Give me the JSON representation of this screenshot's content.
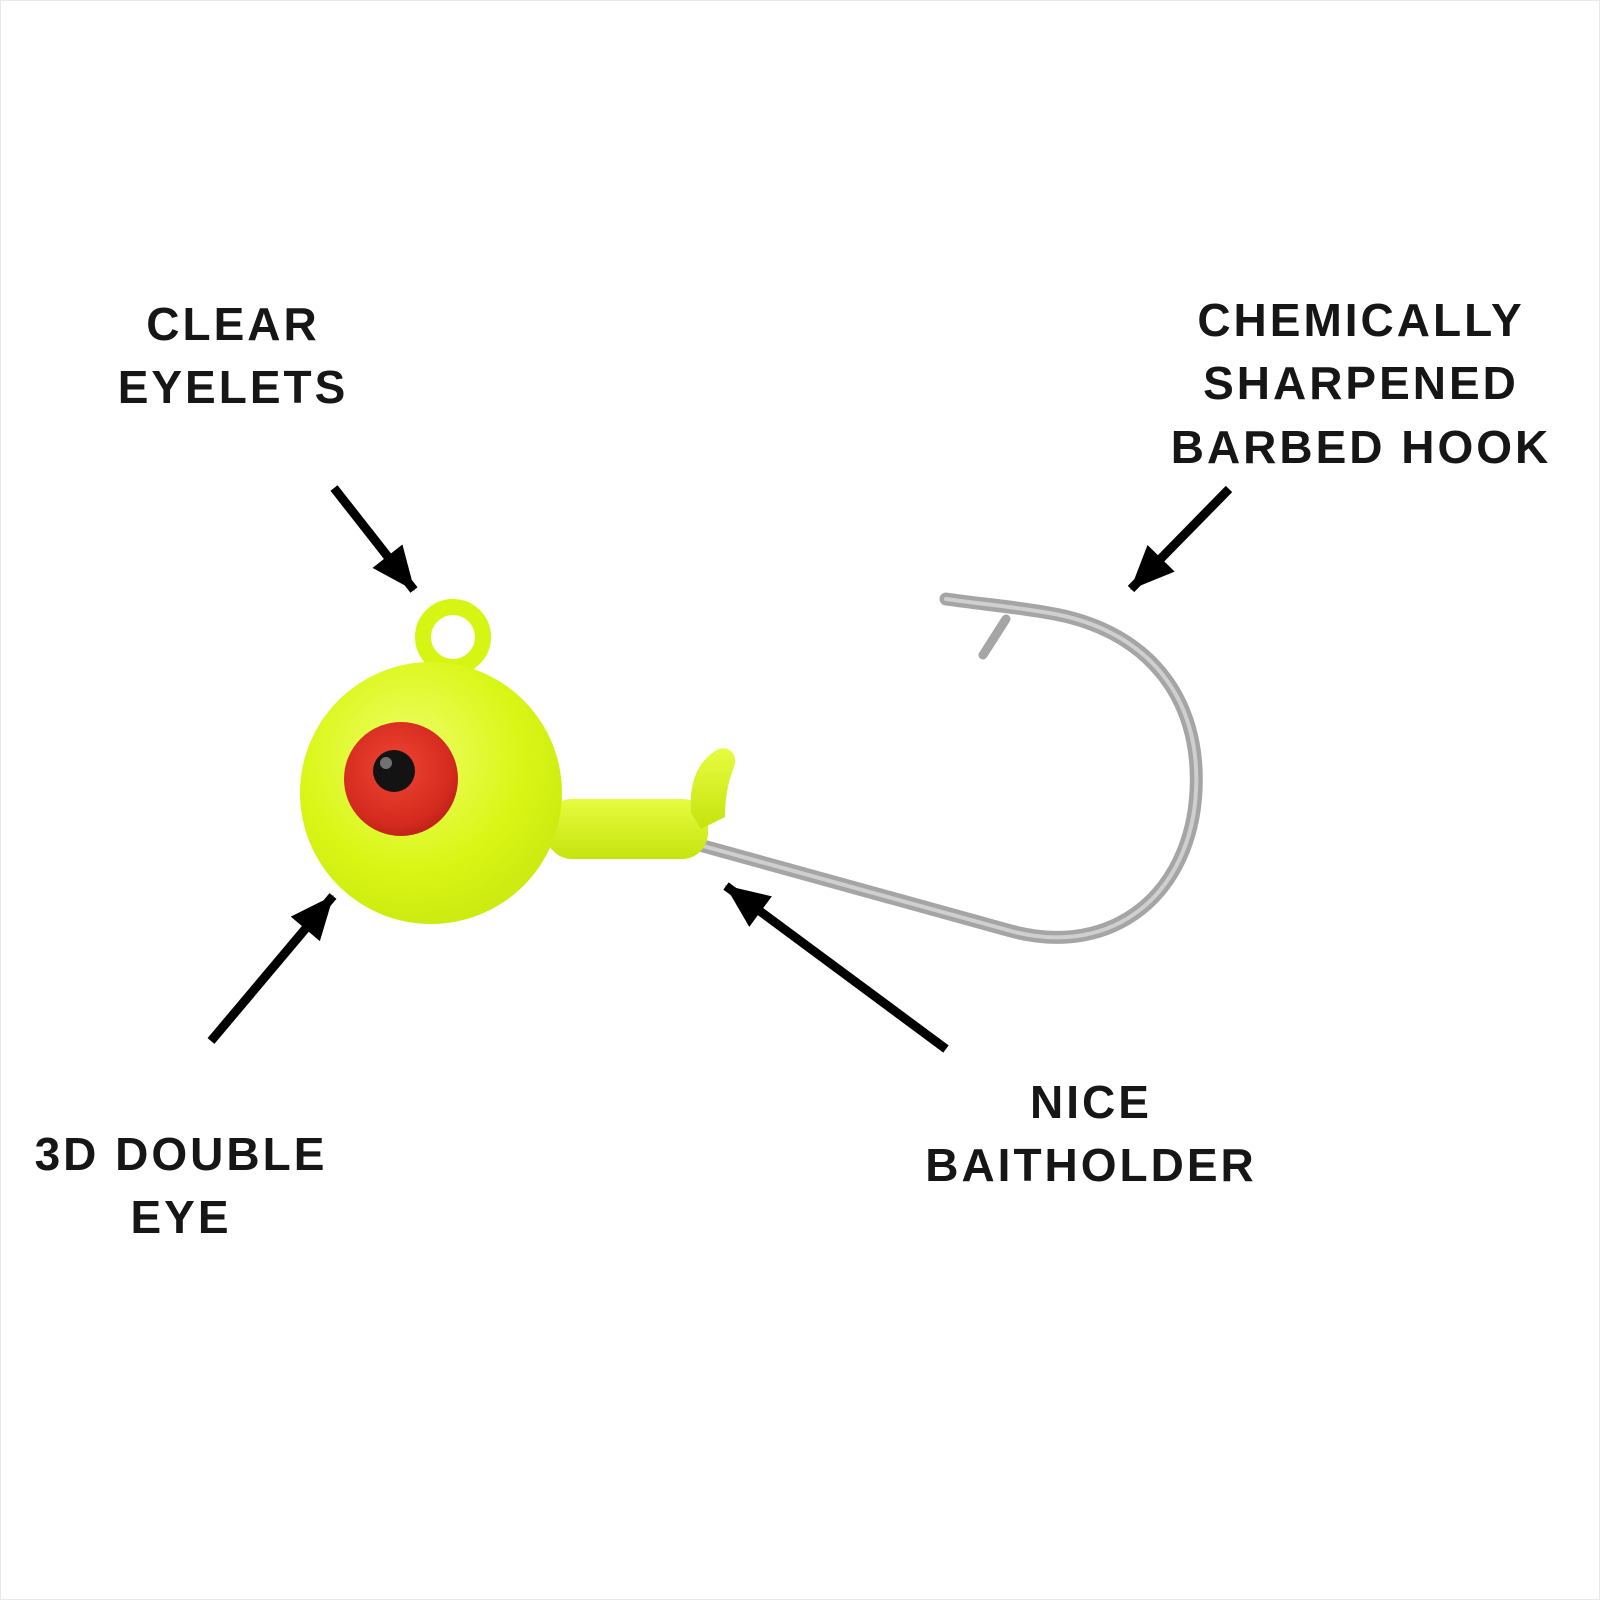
{
  "diagram": {
    "subject": "jig-head-fishing-lure-feature-diagram",
    "background": "#ffffff",
    "labels": {
      "clear_eyelets": {
        "line1": "CLEAR",
        "line2": "EYELETS"
      },
      "barbed_hook": {
        "line1": "CHEMICALLY",
        "line2": "SHARPENED",
        "line3": "BARBED HOOK"
      },
      "double_eye": {
        "line1": "3D DOUBLE",
        "line2": "EYE"
      },
      "baitholder": {
        "line1": "NICE",
        "line2": "BAITHOLDER"
      }
    },
    "colors": {
      "jig_body": "#d7f512",
      "jig_body_light": "#eeff6a",
      "jig_body_dark": "#c2e00c",
      "eye_red": "#d92e21",
      "eye_pupil": "#131313",
      "hook_metal": "#a5a5a5",
      "hook_sheen": "#d9d9d9",
      "arrow": "#000000",
      "text": "#161616"
    }
  }
}
